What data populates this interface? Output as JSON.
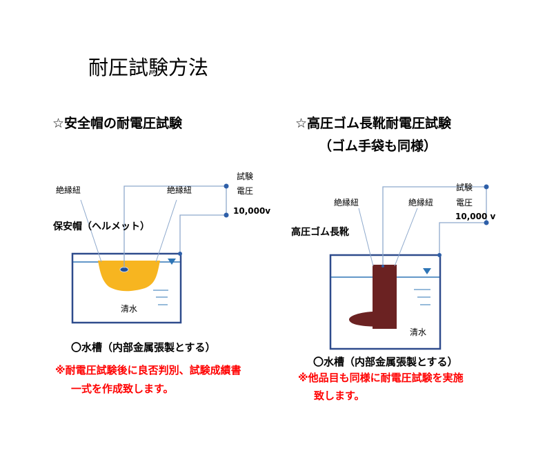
{
  "title": "耐圧試験方法",
  "left": {
    "heading": "☆安全帽の耐電圧試験",
    "insulating_cord_a": "絶縁紐",
    "insulating_cord_b": "絶縁紐",
    "voltage_label_1": "試験",
    "voltage_label_2": "電圧",
    "voltage_value": "10,000v",
    "object_label": "保安帽（ヘルメット）",
    "water_label": "清水",
    "tank_caption": "〇水槽（内部金属張製とする）",
    "note_line1": "※耐電圧試験後に良否判別、試験成績書",
    "note_line2": "一式を作成致します。"
  },
  "right": {
    "heading_line1": "☆高圧ゴム長靴耐電圧試験",
    "heading_line2": "（ゴム手袋も同様）",
    "insulating_cord_a": "絶縁紐",
    "insulating_cord_b": "絶縁紐",
    "voltage_label_1": "試験",
    "voltage_label_2": "電圧",
    "voltage_value": "10,000 v",
    "object_label": "高圧ゴム長靴",
    "water_label": "清水",
    "tank_caption": "〇水槽（内部金属張製とする）",
    "note_line1": "※他品目も同様に耐電圧試験を実施",
    "note_line2": "致します。"
  },
  "colors": {
    "tank_outline": "#2e4b8c",
    "water_line": "#2e75b6",
    "wire": "#8ea9cc",
    "terminal": "#2e5fa8",
    "helmet": "#f7b520",
    "boot": "#6b2222",
    "note": "#ff0000"
  }
}
